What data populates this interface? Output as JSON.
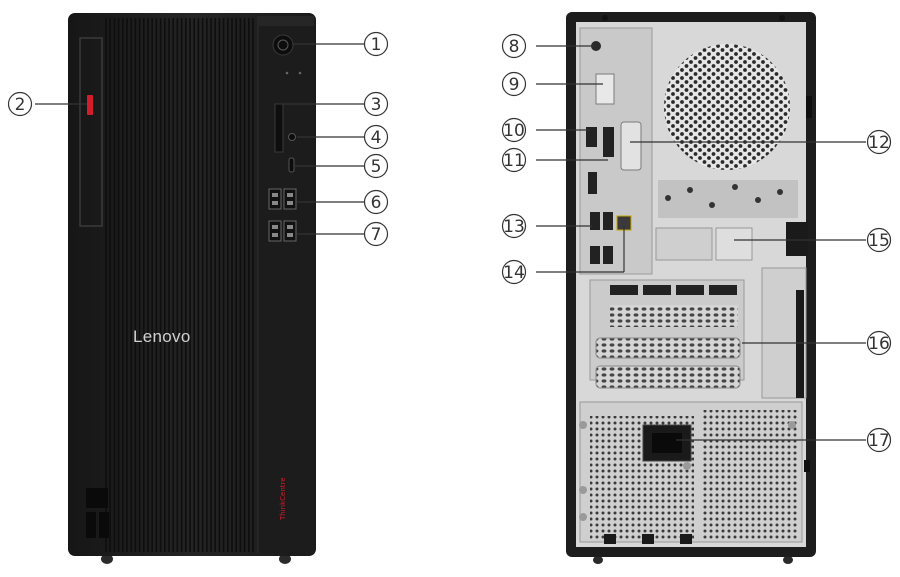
{
  "front": {
    "brand_text": "Lenovo",
    "model_text": "ThinkCentre"
  },
  "callouts": [
    {
      "label": "1"
    },
    {
      "label": "2"
    },
    {
      "label": "3"
    },
    {
      "label": "4"
    },
    {
      "label": "5"
    },
    {
      "label": "6"
    },
    {
      "label": "7"
    },
    {
      "label": "8"
    },
    {
      "label": "9"
    },
    {
      "label": "10"
    },
    {
      "label": "11"
    },
    {
      "label": "12"
    },
    {
      "label": "13"
    },
    {
      "label": "14"
    },
    {
      "label": "15"
    },
    {
      "label": "16"
    },
    {
      "label": "17"
    }
  ],
  "colors": {
    "chassis": "#1b1b1b",
    "accent_red": "#d21e2a",
    "rear_panel": "#d8d8d8",
    "callout_line": "#333333"
  }
}
